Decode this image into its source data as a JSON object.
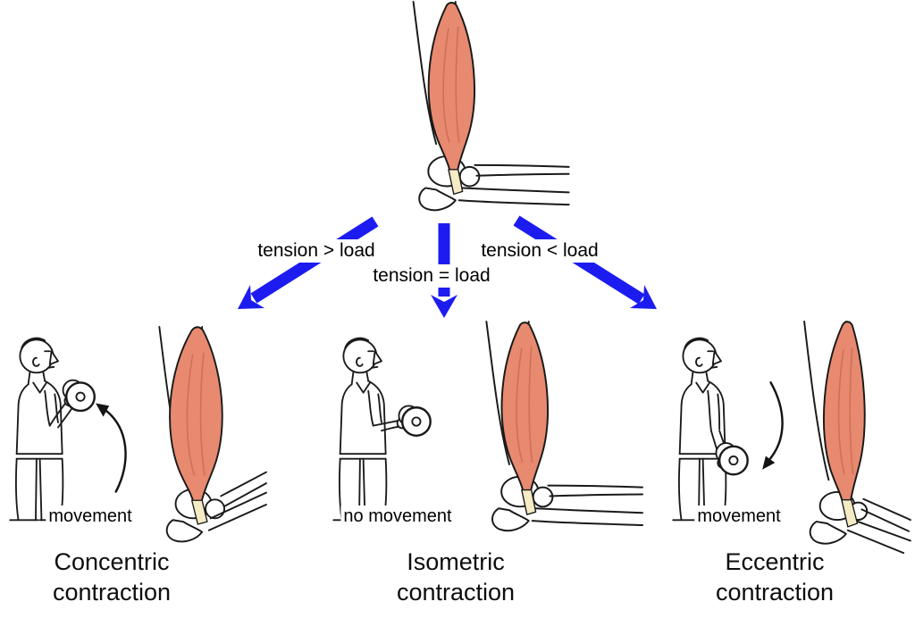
{
  "colors": {
    "arrow_blue": "#1c1cf0",
    "muscle_fill": "#e78a70",
    "muscle_shade": "#cf6f57",
    "tendon_fill": "#f5ebc4",
    "outline": "#1a1a1a",
    "background": "#ffffff",
    "text": "#000000"
  },
  "top_figure": "upper-arm-with-biceps-muscle",
  "branches": [
    {
      "label": "tension > load"
    },
    {
      "label": "tension = load"
    },
    {
      "label": "tension < load"
    }
  ],
  "scenes": [
    {
      "movement": "movement",
      "title": "Concentric contraction",
      "figure": "man-curling-dumbbell-upward",
      "arm_figure": "flexed-arm-shortened-bulging-biceps"
    },
    {
      "movement": "no movement",
      "title": "Isometric contraction",
      "figure": "man-holding-dumbbell-steady",
      "arm_figure": "right-angle-arm-biceps-constant-length"
    },
    {
      "movement": "movement",
      "title": "Eccentric contraction",
      "figure": "man-lowering-dumbbell",
      "arm_figure": "extending-arm-elongated-biceps"
    }
  ]
}
